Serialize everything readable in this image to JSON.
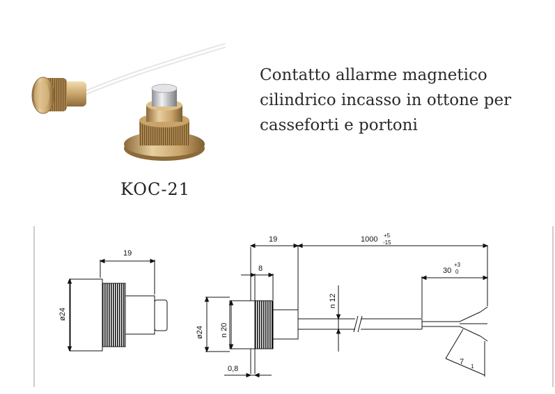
{
  "product": {
    "description_lines": [
      "Contatto allarme magnetico",
      "cilindrico incasso in ottone per",
      "casseforti e portoni"
    ],
    "model": "KOC-21"
  },
  "drawing": {
    "side_view": {
      "length": "19",
      "diameter": "ø24"
    },
    "mounted_view": {
      "total_length": "19",
      "cable_length": "1000",
      "cable_tol_plus": "+5",
      "cable_tol_minus": "-15",
      "flange": "8",
      "diameter": "ø24",
      "bore": "n 20",
      "cable_dia": "n 12",
      "thickness": "0,8",
      "strip_length": "30",
      "strip_tol_plus": "+3",
      "strip_tol_minus": "0",
      "wire_strip": "7",
      "wire_tol": "1"
    }
  },
  "colors": {
    "brass_light": "#e8cfa0",
    "brass_mid": "#c9a46a",
    "brass_dark": "#8d6a3a",
    "steel": "#c8c8cc",
    "cable": "#f4f4f4"
  }
}
